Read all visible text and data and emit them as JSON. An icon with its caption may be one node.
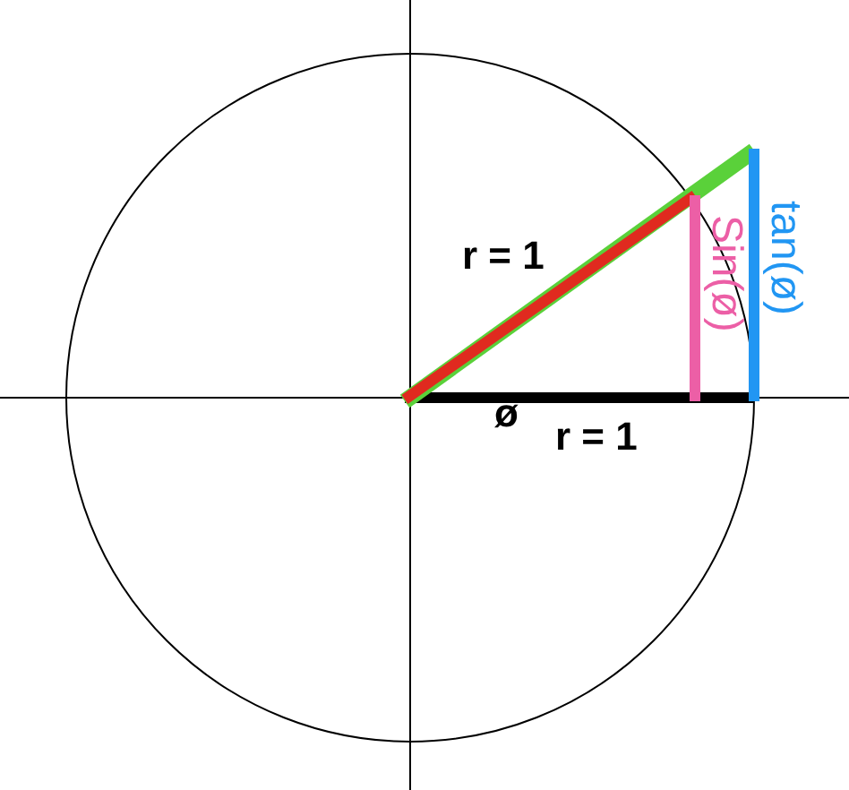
{
  "diagram": {
    "labels": [
      "r = 1",
      "ø",
      "Sin(ø)",
      "tan(ø)",
      "r = 1"
    ]
  }
}
